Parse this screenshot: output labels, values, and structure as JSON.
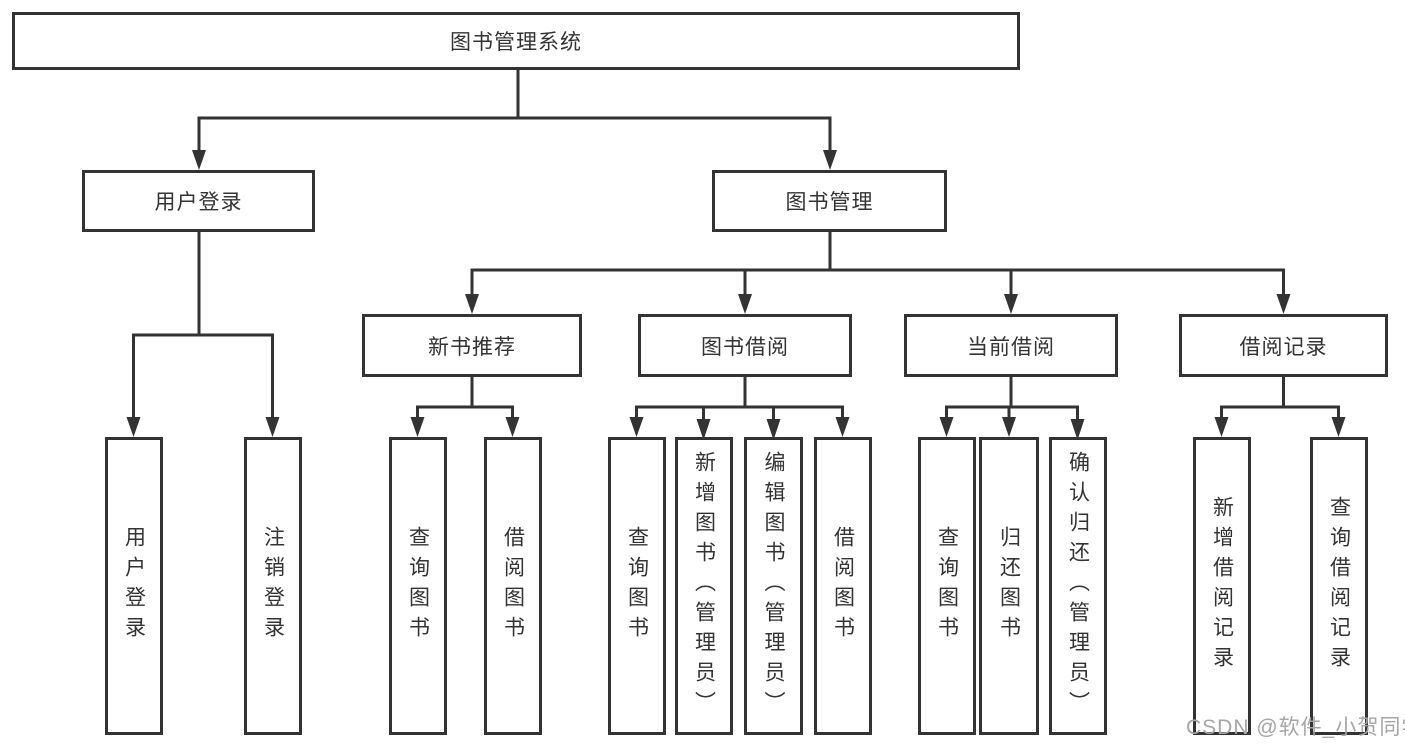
{
  "diagram": {
    "root": "图书管理系统",
    "level2": {
      "user_login": "用户登录",
      "book_mgmt": "图书管理"
    },
    "level3": {
      "new_books": "新书推荐",
      "book_borrow": "图书借阅",
      "current_borrow": "当前借阅",
      "borrow_records": "借阅记录"
    },
    "leaves": {
      "user_login": [
        "用户登录",
        "注销登录"
      ],
      "new_books": [
        "查询图书",
        "借阅图书"
      ],
      "book_borrow": [
        "查询图书",
        "新增图书（管理员）",
        "编辑图书（管理员）",
        "借阅图书"
      ],
      "current_borrow": [
        "查询图书",
        "归还图书",
        "确认归还（管理员）"
      ],
      "borrow_records": [
        "新增借阅记录",
        "查询借阅记录"
      ]
    },
    "colors": {
      "line": "#333333",
      "box_border": "#333333",
      "box_fill": "#ffffff",
      "text": "#333333",
      "watermark": "#a6a6a6"
    },
    "watermark": "CSDN @软件_小贺同学"
  }
}
